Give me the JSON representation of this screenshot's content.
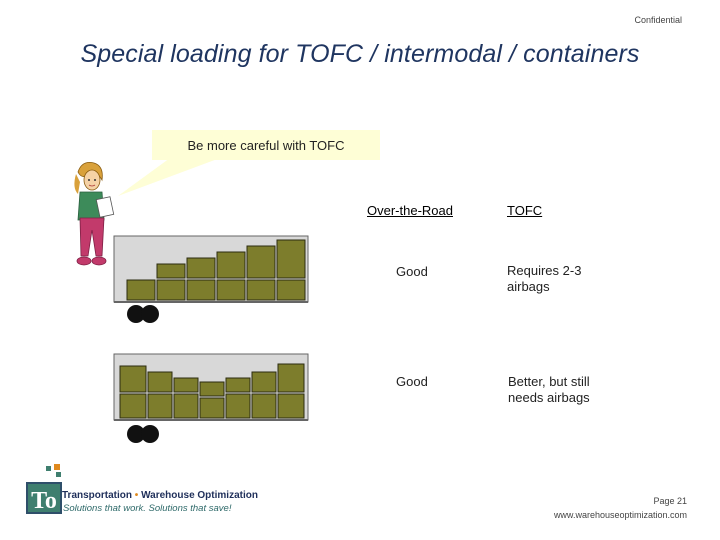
{
  "header": {
    "confidential": "Confidential",
    "title": "Special loading for TOFC / intermodal / containers"
  },
  "callout": {
    "text": "Be more careful with TOFC"
  },
  "table": {
    "headers": [
      "Over-the-Road",
      "TOFC"
    ],
    "rows": [
      {
        "over_the_road": "Good",
        "tofc_line1": "Requires 2-3",
        "tofc_line2": "airbags"
      },
      {
        "over_the_road": "Good",
        "tofc_line1": "Better, but still",
        "tofc_line2": "needs airbags"
      }
    ]
  },
  "logo": {
    "name_part1": "Transportation",
    "separator": "•",
    "name_part2": "Warehouse Optimization",
    "tagline": "Solutions that work. Solutions that save!"
  },
  "footer": {
    "page": "Page 21",
    "url": "www.warehouseoptimization.com"
  },
  "colors": {
    "title": "#1f3560",
    "callout_bg": "#fefed6",
    "box_fill": "#7d7d2c",
    "trailer_bg": "#d8d8d8",
    "logo_orange": "#e08a1e",
    "logo_green": "#3f7f6f"
  }
}
